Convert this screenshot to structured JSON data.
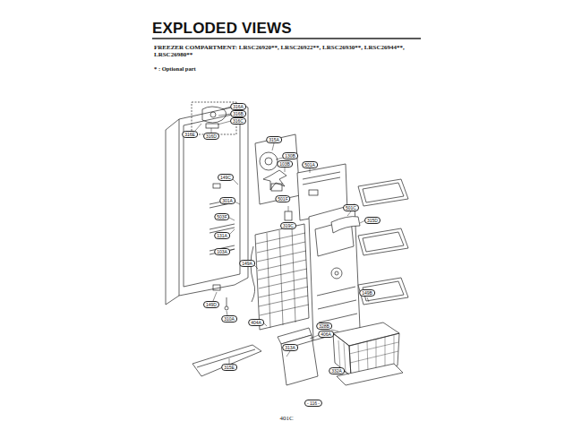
{
  "diagram": {
    "title": "EXPLODED VIEWS",
    "labels": [
      "FREEZER COMPARTMENT: LRSC26920**, LRSC26922**, LRSC26930**, LRSC26944**, LRSC26980**",
      "* : Optional part",
      "316A",
      "316B",
      "316C",
      "316D",
      "316E",
      "315A",
      "149C",
      "301A",
      "503F",
      "131A",
      "103A",
      "130B",
      "103B",
      "501F",
      "501A",
      "319C",
      "501C",
      "315D",
      "149A",
      "404A",
      "406A",
      "328B",
      "332A",
      "149B",
      "149D",
      "310A",
      "313A",
      "315E",
      "401C",
      "- 116 -"
    ]
  }
}
